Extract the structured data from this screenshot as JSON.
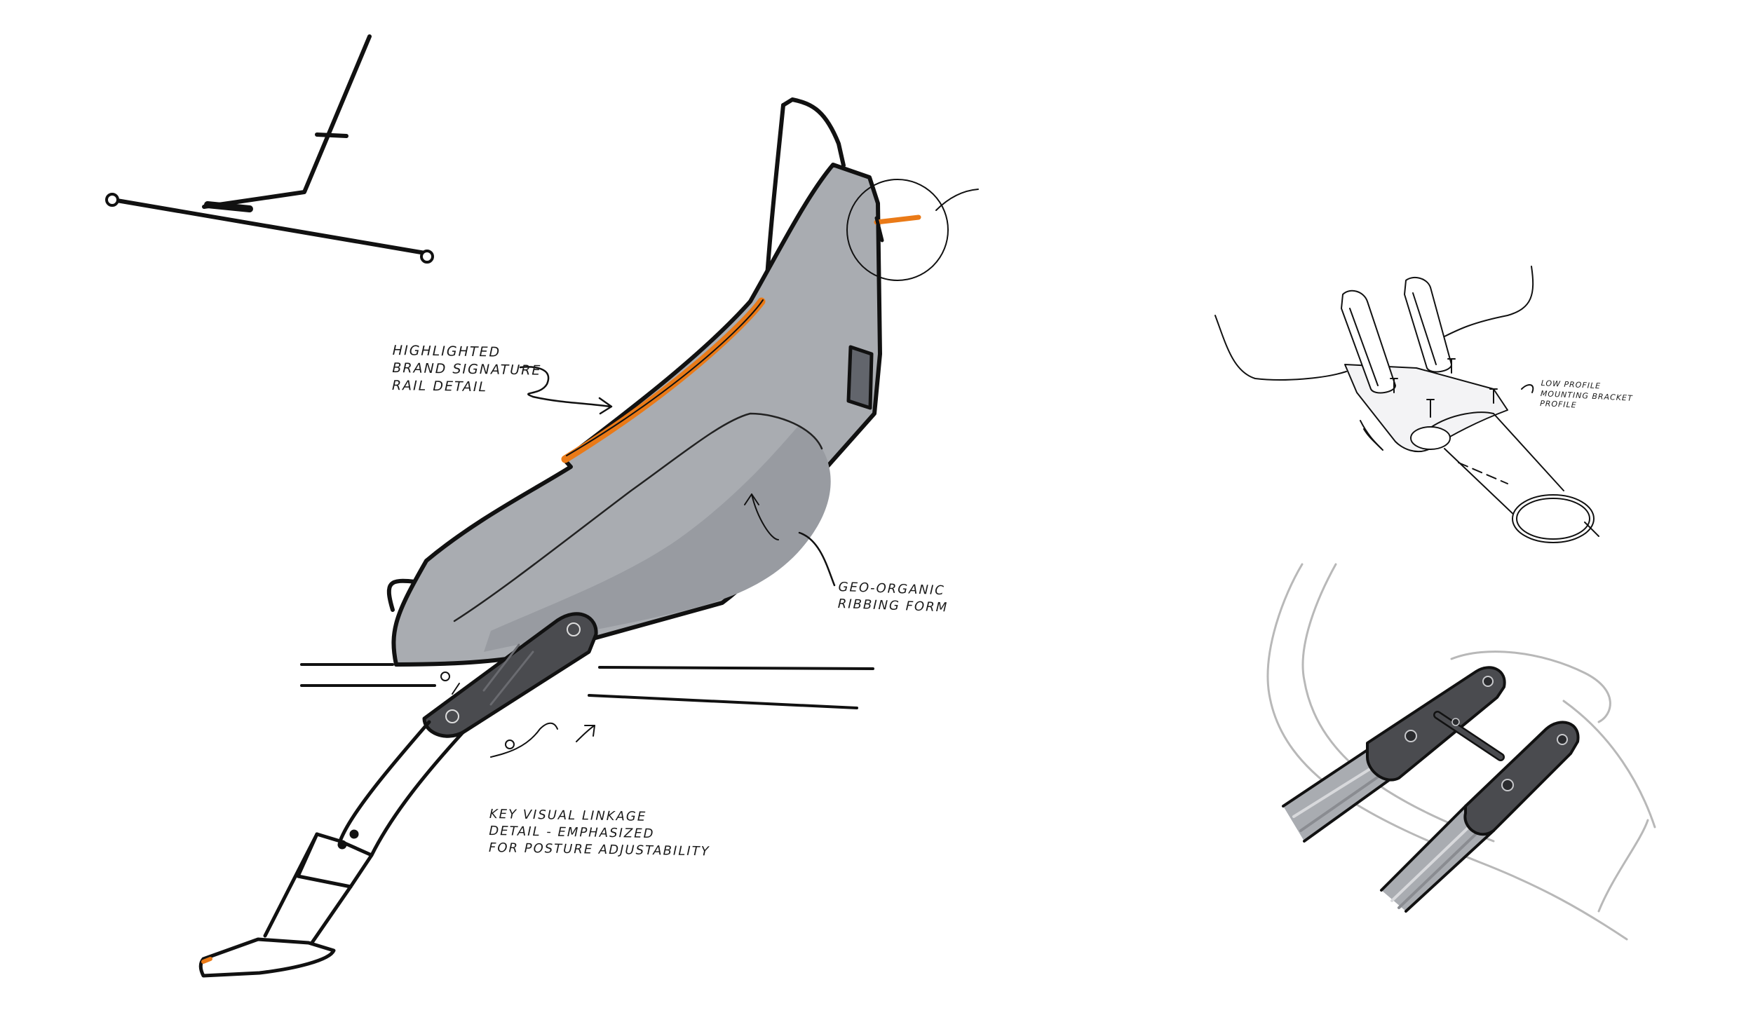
{
  "annotations": {
    "brand_rail": [
      "Highlighted",
      "Brand Signature",
      "Rail Detail"
    ],
    "ribbing": [
      "Geo-Organic",
      "Ribbing Form"
    ],
    "linkage": [
      "Key Visual Linkage",
      "Detail - Emphasized",
      "For Posture Adjustability"
    ],
    "bracket": [
      "Low Profile",
      "Mounting Bracket",
      "Profile"
    ]
  },
  "colors": {
    "ink": "#111111",
    "shell_grey": "#a9acb1",
    "shell_shadow": "#989ba1",
    "accent_orange": "#ea7a17",
    "dark_grey": "#4a4b4f",
    "light_stroke": "#b8b8b8"
  }
}
